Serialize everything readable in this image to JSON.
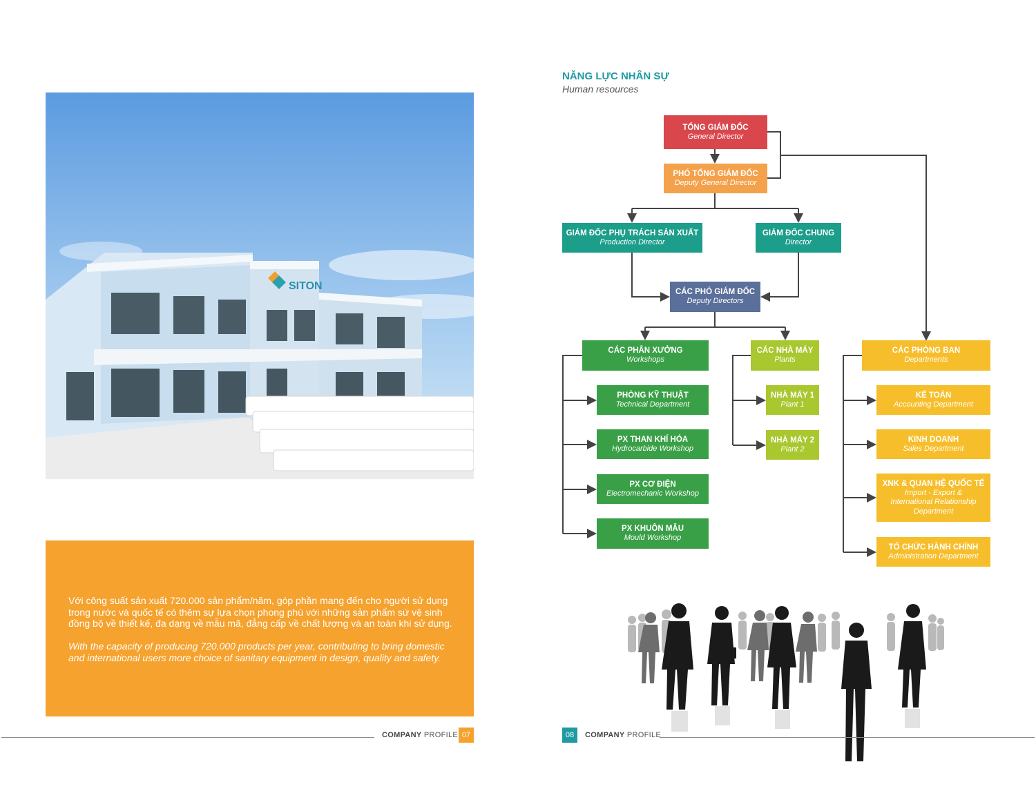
{
  "left_page": {
    "photo": {
      "logo_text": "SITON"
    },
    "description_vi": "Với công suất sản xuất 720.000 sản phẩm/năm, góp phần mang đến cho người sử dụng trong nước và quốc tế có thêm sự lựa chọn phong phú với những sản phẩm sứ vệ sinh đồng bộ về thiết kế, đa dạng về mẫu mã, đẳng cấp về chất lượng và an toàn khi sử dụng.",
    "description_en": "With the capacity of producing 720.000 products per year, contributing to bring domestic and international users more choice of sanitary equipment in design, quality and safety.",
    "footer": {
      "label_bold": "COMPANY",
      "label_rest": " PROFILE",
      "page": "07"
    }
  },
  "right_page": {
    "title": "NĂNG LỰC NHÂN SỰ",
    "subtitle": "Human resources",
    "footer": {
      "label_bold": "COMPANY",
      "label_rest": " PROFILE",
      "page": "08"
    }
  },
  "org": {
    "general_director": {
      "vi": "TỔNG GIÁM ĐỐC",
      "en": "General Director"
    },
    "deputy_general_director": {
      "vi": "PHÓ TỔNG GIÁM ĐỐC",
      "en": "Deputy General Director"
    },
    "production_director": {
      "vi": "GIÁM ĐỐC PHỤ TRÁCH SẢN XUẤT",
      "en": "Production Director"
    },
    "director": {
      "vi": "GIÁM ĐỐC CHUNG",
      "en": "Director"
    },
    "deputy_directors": {
      "vi": "CÁC PHÓ GIÁM ĐỐC",
      "en": "Deputy Directors"
    },
    "workshops": {
      "vi": "CÁC PHÂN XƯỞNG",
      "en": "Workshops"
    },
    "plants": {
      "vi": "CÁC NHÀ MÁY",
      "en": "Plants"
    },
    "departments": {
      "vi": "CÁC PHÒNG BAN",
      "en": "Departments"
    },
    "workshop_items": [
      {
        "vi": "PHÒNG KỸ THUẬT",
        "en": "Technical Department"
      },
      {
        "vi": "PX THAN KHÍ HÓA",
        "en": "Hydrocarbide Workshop"
      },
      {
        "vi": "PX CƠ ĐIỆN",
        "en": "Electromechanic Workshop"
      },
      {
        "vi": "PX KHUÔN MẪU",
        "en": "Mould Workshop"
      }
    ],
    "plant_items": [
      {
        "vi": "NHÀ MÁY 1",
        "en": "Plant 1"
      },
      {
        "vi": "NHÀ MÁY 2",
        "en": "Plant 2"
      }
    ],
    "department_items": [
      {
        "vi": "KẾ TOÁN",
        "en": "Accounting Department"
      },
      {
        "vi": "KINH DOANH",
        "en": "Sales Department"
      },
      {
        "vi": "XNK & QUAN HỆ QUỐC TẾ",
        "en": "Import - Export & International Relationship Department"
      },
      {
        "vi": "TỔ CHỨC HÀNH CHÍNH",
        "en": "Administration Department"
      }
    ]
  },
  "colors": {
    "teal_title": "#1f9aa3",
    "orange": "#f5a22e",
    "red": "#d9474d",
    "light_orange": "#f4a14b",
    "teal": "#1c9e8b",
    "slate": "#5a6f99",
    "green": "#3aa047",
    "lime": "#a9c72e",
    "yellow": "#f7be2b"
  }
}
